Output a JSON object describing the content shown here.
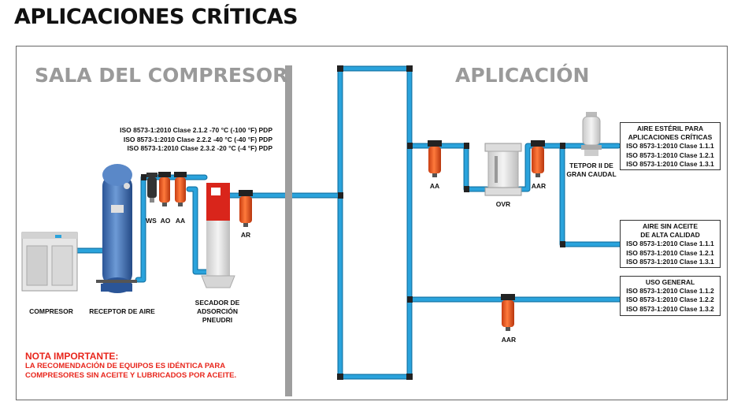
{
  "page": {
    "title": "APLICACIONES CRÍTICAS"
  },
  "sections": {
    "left": "SALA DEL COMPRESOR",
    "right": "APLICACIÓN"
  },
  "iso_top": [
    "ISO 8573-1:2010 Clase 2.1.2 -70 °C (-100 °F) PDP",
    "ISO 8573-1:2010 Clase 2.2.2 -40 °C (-40 °F) PDP",
    "ISO 8573-1:2010 Clase 2.3.2 -20 °C (-4 °F) PDP"
  ],
  "labels": {
    "compresor": "COMPRESOR",
    "receptor": "RECEPTOR DE AIRE",
    "ws": "WS",
    "ao": "AO",
    "aa_left": "AA",
    "ar": "AR",
    "secador": [
      "SECADOR DE",
      "ADSORCIÓN",
      "PNEUDRI"
    ],
    "aa_right": "AA",
    "ovr": "OVR",
    "aar_top": "AAR",
    "tetpor": [
      "TETPOR II DE",
      "GRAN CAUDAL"
    ],
    "aar_bottom": "AAR"
  },
  "boxes": [
    {
      "lines": [
        "AIRE ESTÉRIL PARA",
        "APLICACIONES CRÍTICAS",
        "ISO 8573-1:2010 Clase 1.1.1",
        "ISO 8573-1:2010 Clase 1.2.1",
        "ISO 8573-1:2010 Clase 1.3.1"
      ]
    },
    {
      "lines": [
        "AIRE SIN ACEITE",
        "DE ALTA CALIDAD",
        "ISO 8573-1:2010 Clase 1.1.1",
        "ISO 8573-1:2010 Clase 1.2.1",
        "ISO 8573-1:2010 Clase 1.3.1"
      ]
    },
    {
      "lines": [
        "USO GENERAL",
        "ISO 8573-1:2010 Clase 1.1.2",
        "ISO 8573-1:2010 Clase 1.2.2",
        "ISO 8573-1:2010 Clase 1.3.2"
      ]
    }
  ],
  "note": {
    "heading": "NOTA IMPORTANTE:",
    "lines": [
      "LA RECOMENDACIÓN DE EQUIPOS ES IDÉNTICA PARA",
      "COMPRESORES SIN ACEITE Y LUBRICADOS POR ACEITE."
    ]
  },
  "colors": {
    "pipe": "#2aa3dc",
    "pipe_edge": "#1677a8",
    "filter": "#e8501e",
    "note": "#e8261c",
    "section": "#9a9a9a",
    "tank": "#3f6fb0",
    "wall": "#9e9e9e"
  }
}
